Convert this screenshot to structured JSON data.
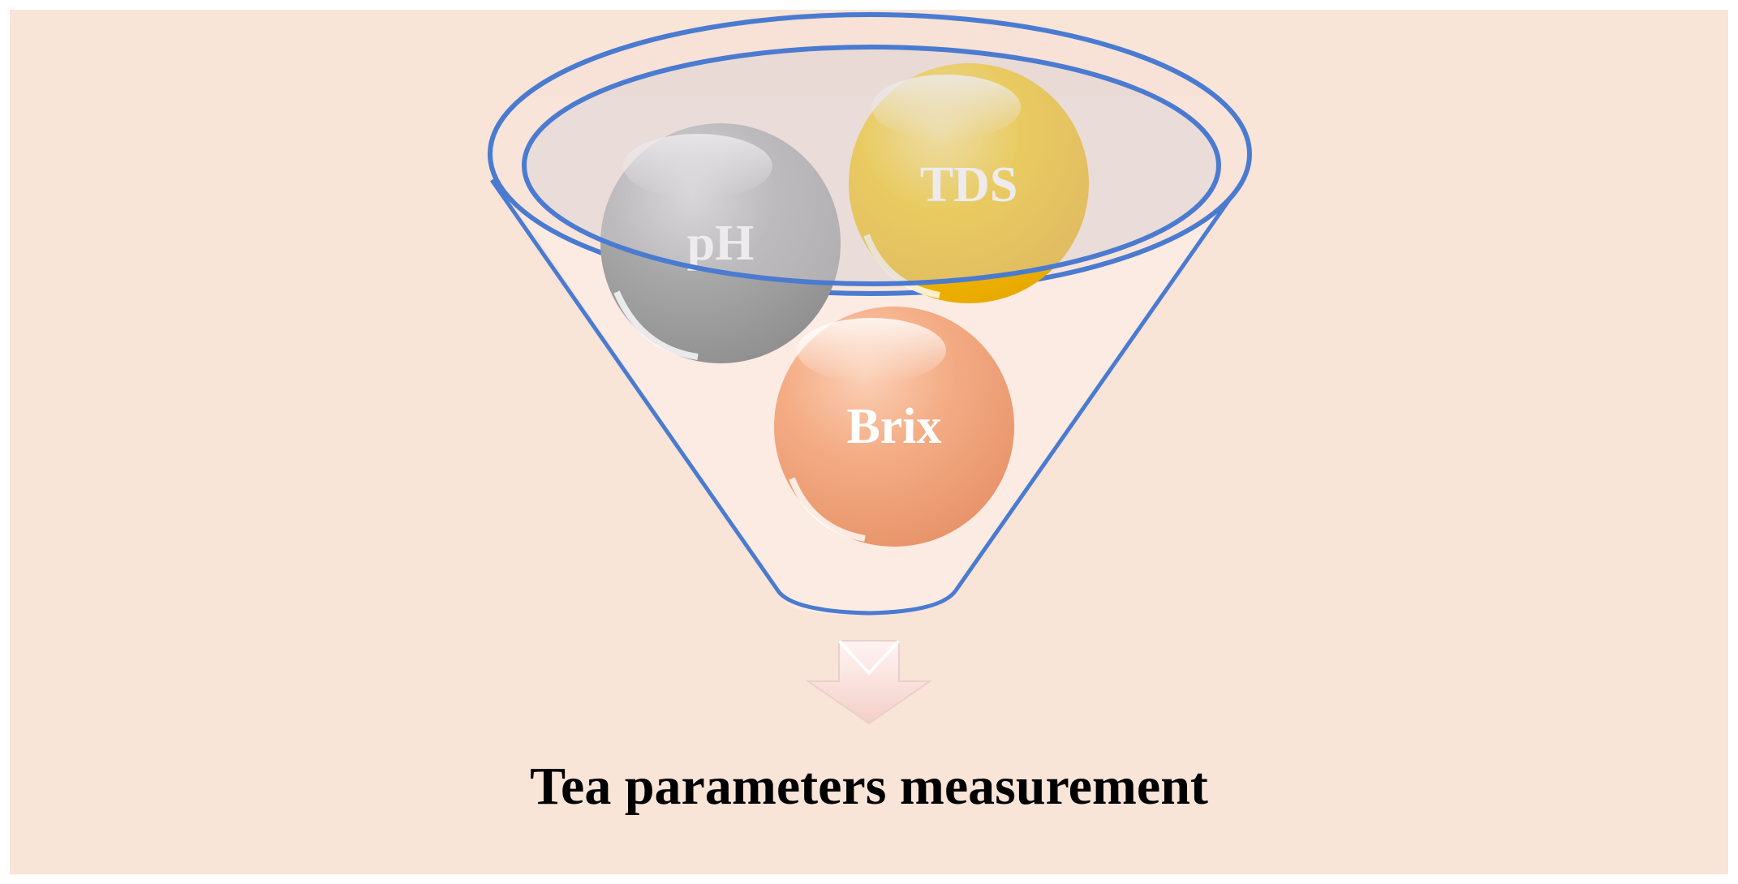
{
  "funnel": {
    "items": [
      {
        "label": "pH",
        "color": "#a9a9a9"
      },
      {
        "label": "TDS",
        "color": "#f5c000"
      },
      {
        "label": "Brix",
        "color": "#f2a57c"
      }
    ]
  },
  "caption": "Tea parameters measurement",
  "colors": {
    "background": "#f9e4d8",
    "funnel_outline": "#4a7bd0",
    "arrow": "#fbe6e2"
  }
}
